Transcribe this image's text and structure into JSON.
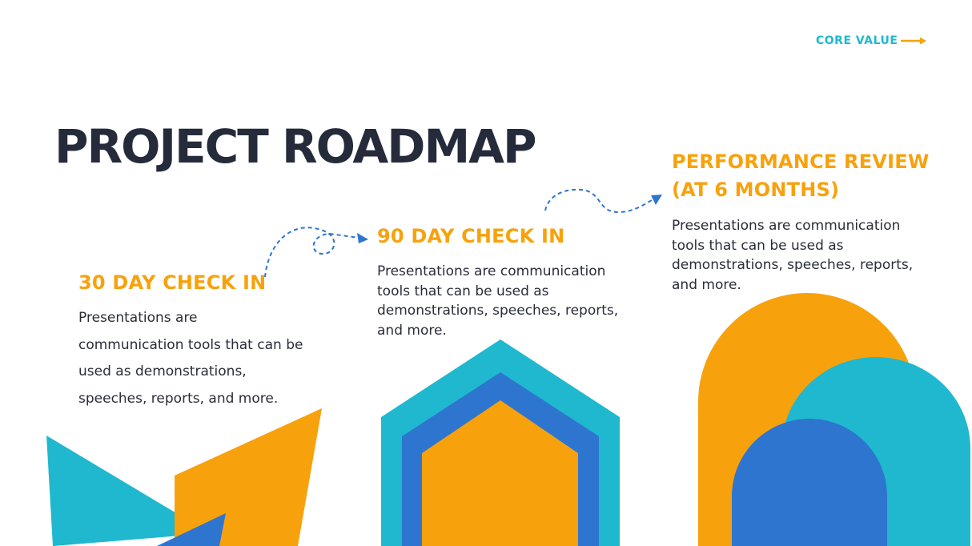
{
  "header": {
    "core_value_label": "CORE VALUE"
  },
  "page": {
    "title": "PROJECT ROADMAP"
  },
  "milestones": [
    {
      "title": "30 DAY CHECK IN",
      "body": "Presentations are communication tools that can be used as demonstrations, speeches, reports, and more."
    },
    {
      "title": "90 DAY CHECK IN",
      "body": "Presentations are communication tools that can be used as demonstrations, speeches, reports, and more."
    },
    {
      "title": "PERFORMANCE REVIEW (AT 6 MONTHS)",
      "body": "Presentations are communication tools that can be used as demonstrations, speeches, reports, and more."
    }
  ],
  "colors": {
    "orange": "#f7a20d",
    "cyan": "#1fb8cf",
    "blue": "#2e75cf",
    "dark": "#262b3b",
    "text": "#2a2d38"
  }
}
